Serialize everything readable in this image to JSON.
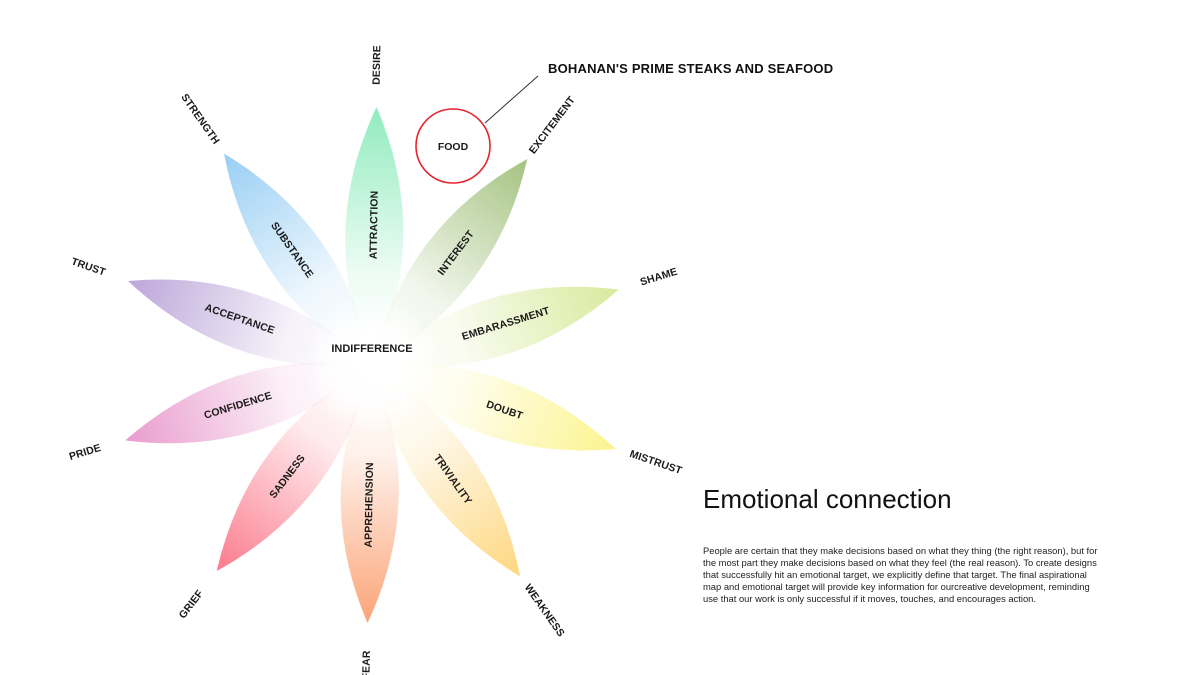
{
  "callout": {
    "title": "BOHANAN'S PRIME STEAKS AND SEAFOOD",
    "food_label": "FOOD"
  },
  "center_label": "INDIFFERENCE",
  "section": {
    "title": "Emotional connection",
    "body": "People are certain that they make decisions based on what they thing (the right reason), but for the most part they make decisions based on what they feel (the real reason). To create designs that successfully hit an emotional target, we explicitly define that target. The final aspirational map and emotional target will provide key information for ourcreative development, reminding use that our work is only successful if it moves, touches, and encourages action."
  },
  "petals": [
    {
      "outer": "DESIRE",
      "inner": "ATTRACTION",
      "color": "#7de8b2"
    },
    {
      "outer": "EXCITEMENT",
      "inner": "INTEREST",
      "color": "#94b86a"
    },
    {
      "outer": "SHAME",
      "inner": "EMBARASSMENT",
      "color": "#d2e68a"
    },
    {
      "outer": "MISTRUST",
      "inner": "DOUBT",
      "color": "#fbf27a"
    },
    {
      "outer": "WEAKNESS",
      "inner": "TRIVIALITY",
      "color": "#fdd068"
    },
    {
      "outer": "FEAR",
      "inner": "APPREHENSION",
      "color": "#fb9460"
    },
    {
      "outer": "GRIEF",
      "inner": "SADNESS",
      "color": "#fb6478"
    },
    {
      "outer": "PRIDE",
      "inner": "CONFIDENCE",
      "color": "#e58ac5"
    },
    {
      "outer": "TRUST",
      "inner": "ACCEPTANCE",
      "color": "#b096d2"
    },
    {
      "outer": "STRENGTH",
      "inner": "SUBSTANCE",
      "color": "#86c6f2"
    }
  ],
  "highlight_color": "#e8232c"
}
